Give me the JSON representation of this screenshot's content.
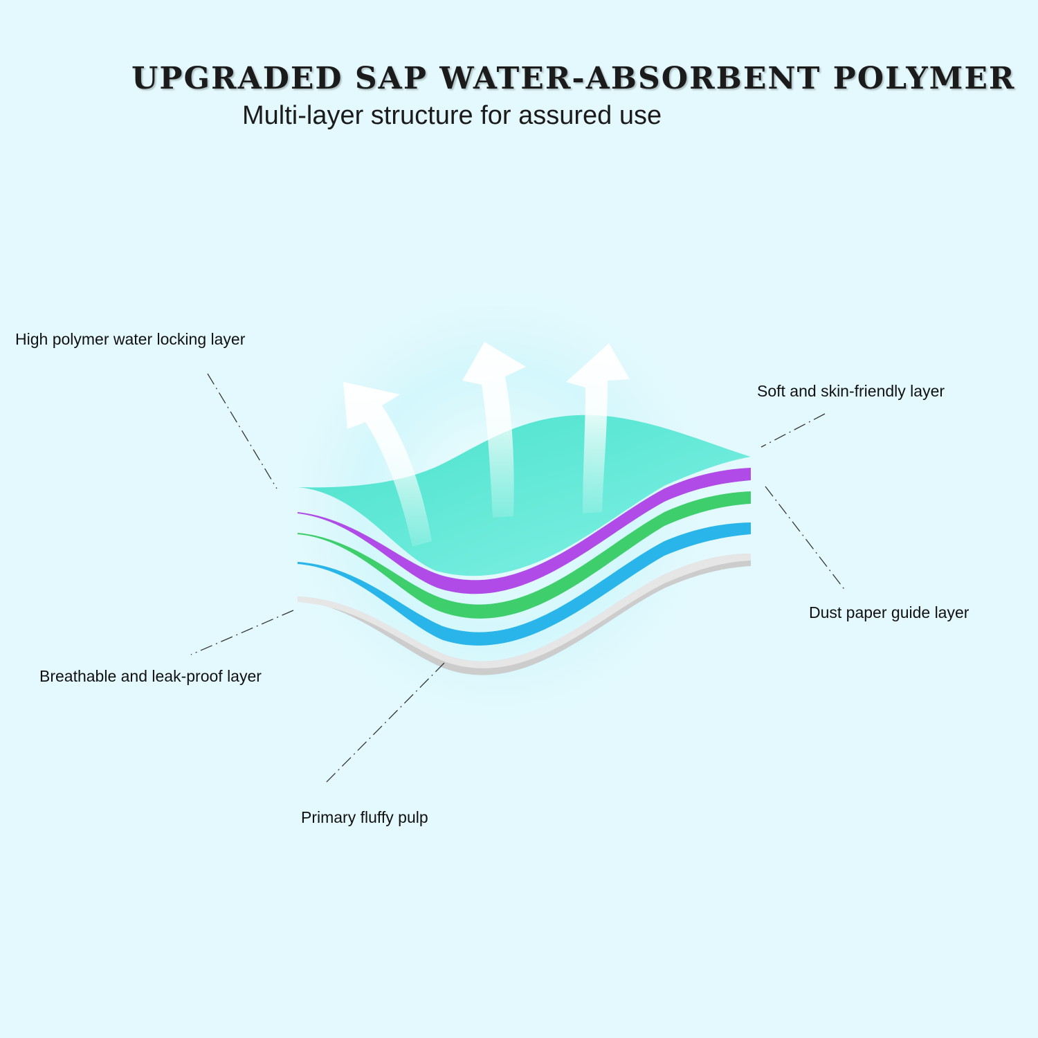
{
  "header": {
    "title": "UPGRADED SAP WATER-ABSORBENT POLYMER",
    "subtitle": "Multi-layer structure for assured use"
  },
  "labels": {
    "high_polymer": "High polymer water locking layer",
    "soft_skin": "Soft and skin-friendly layer",
    "dust_paper": "Dust paper guide layer",
    "breathable": "Breathable and leak-proof layer",
    "fluffy_pulp": "Primary fluffy pulp"
  },
  "colors": {
    "background": "#e3f9fd",
    "top_layer": "#3fdcc8",
    "purple_layer": "#b04be8",
    "green_layer": "#3fcf6e",
    "blue_layer": "#27b4e8",
    "gray_layer": "#cfcfcf",
    "arrows": "#ffffff"
  }
}
